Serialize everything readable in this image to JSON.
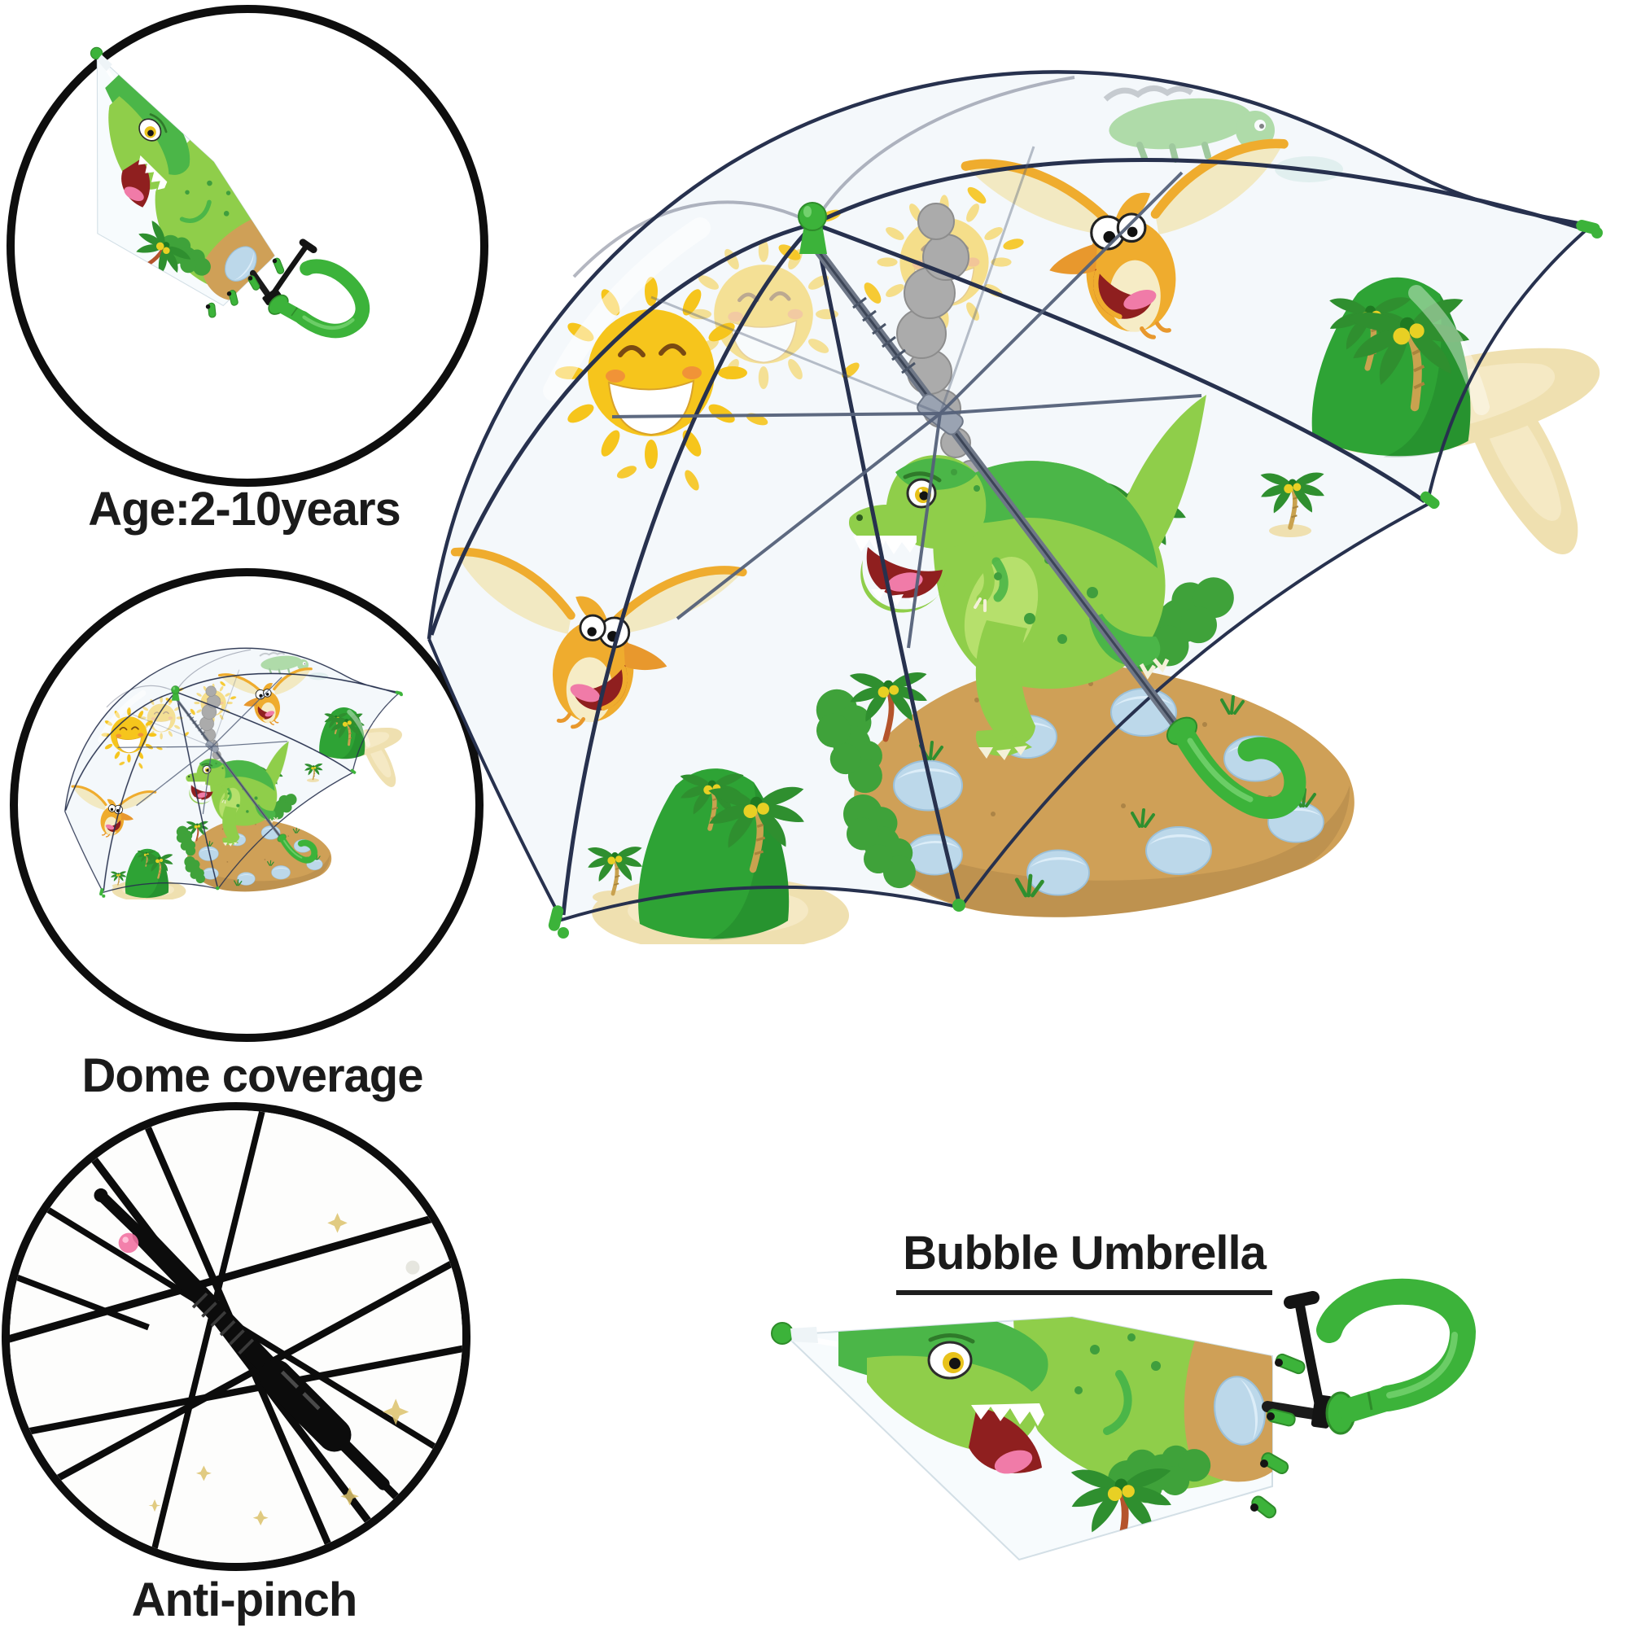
{
  "product": {
    "name": "Bubble Umbrella",
    "colors": {
      "text_black": "#1b1b1b",
      "ring_black": "#0e0e0e",
      "handle_green": "#3cb33a",
      "handle_green_dark": "#2e8c2a",
      "rib_navy": "#27314e",
      "shaft_gray": "#6e7787",
      "frame_black": "#151515",
      "canopy_tint": "#f4f8fb",
      "trex_green": "#8fce4a",
      "trex_green_dark": "#4bb648",
      "trex_belly": "#b8e06e",
      "spot_green": "#3f9e3d",
      "ptero_yellow": "#efac2e",
      "ptero_membrane": "#f2e9c2",
      "beak_orange": "#e8982d",
      "sun_yellow": "#f6c51c",
      "island_green": "#2ea335",
      "palm_green": "#2f8f2f",
      "trunk_tan": "#c9a24f",
      "trunk_red": "#b5542c",
      "sand": "#efe0b0",
      "mound_brown": "#cfa057",
      "stone_blue": "#bcd8ea",
      "stone_light": "#dcedf8",
      "bush_green": "#3fa23a",
      "smoke_gray": "#ababab",
      "mouth_red": "#8f1f1f",
      "tongue_pink": "#f07ba8",
      "coconut_yellow": "#e8d024",
      "star_gold": "#dcc26b",
      "dot_pink": "#f272a2"
    }
  },
  "captions": {
    "age": "Age:2-10years",
    "dome": "Dome coverage",
    "antipinch": "Anti-pinch",
    "bubble": "Bubble Umbrella"
  }
}
